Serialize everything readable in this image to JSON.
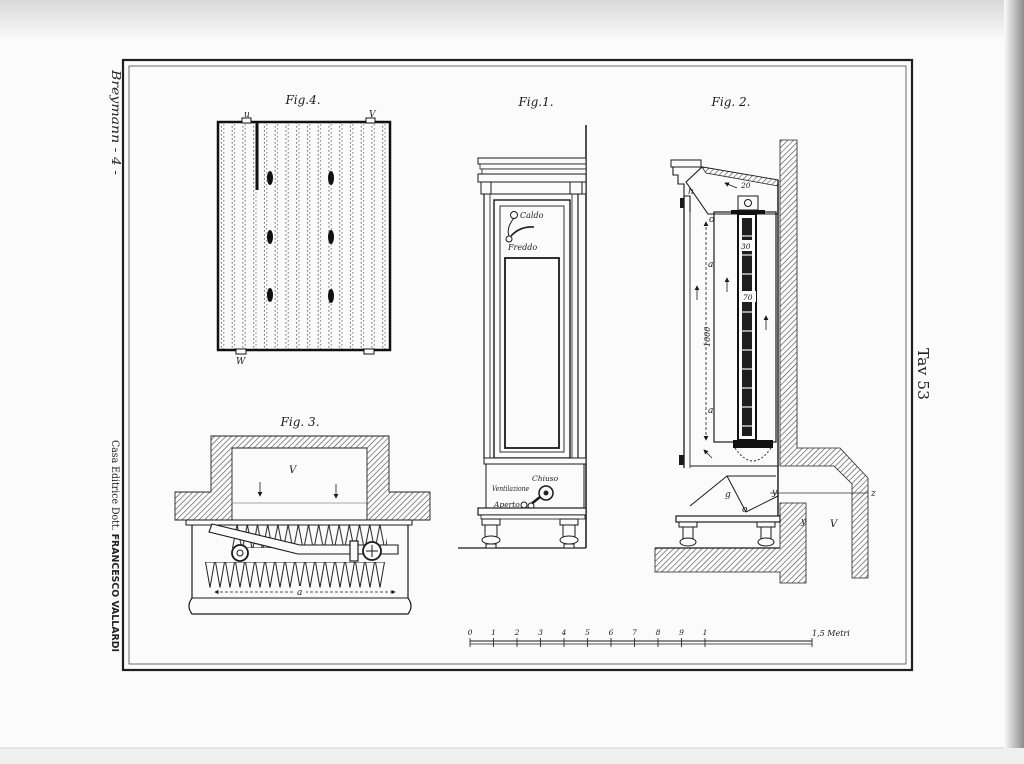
{
  "plate": {
    "author": "Breymann - 4 -",
    "publisher_prefix": "Casa Editrice Dott. ",
    "publisher_name": "FRANCESCO VALLARDI",
    "plate_number": "Tav 53"
  },
  "fig4": {
    "title": "Fig.4.",
    "label_u": "u",
    "label_v": "V",
    "label_w": "W"
  },
  "fig1": {
    "title": "Fig.1.",
    "label_caldo": "Caldo",
    "label_freddo": "Freddo",
    "label_chiuso": "Chiuso",
    "label_ventilazione": "Ventilazione",
    "label_aperto": "Aperto"
  },
  "fig2": {
    "title": "Fig. 2.",
    "label_h": "h",
    "label_o_top": "o",
    "label_a_upper": "a",
    "dimension": "1000",
    "label_a_lower": "a",
    "label_20": "20",
    "label_30": "30",
    "label_70": "70",
    "label_g": "g",
    "label_y": "y",
    "label_o_bottom": "o",
    "label_y2": "y",
    "label_z": "z",
    "label_v": "V"
  },
  "fig3": {
    "title": "Fig. 3.",
    "label_v": "V",
    "label_a": "a"
  },
  "scale": {
    "ticks": [
      "0",
      "1",
      "2",
      "3",
      "4",
      "5",
      "6",
      "7",
      "8",
      "9",
      "1"
    ],
    "unit": "1,5 Metri"
  },
  "colors": {
    "ink": "#1a1a1a",
    "paper": "#fbfbfb"
  }
}
